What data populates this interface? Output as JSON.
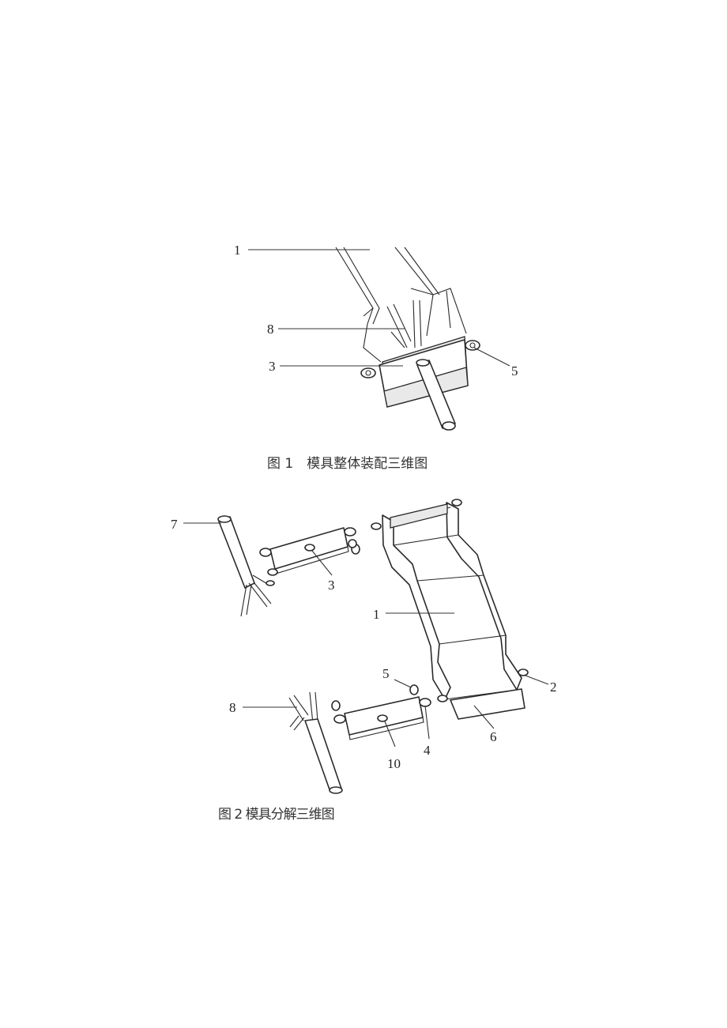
{
  "figure1": {
    "caption": "图 1　模具整体装配三维图",
    "labels": {
      "l1": "1",
      "l8": "8",
      "l3": "3",
      "l5": "5"
    }
  },
  "figure2": {
    "caption": "图 2 模具分解三维图",
    "labels": {
      "l7": "7",
      "l3": "3",
      "l1": "1",
      "l5": "5",
      "l2": "2",
      "l8": "8",
      "l4": "4",
      "l6": "6",
      "l10": "10"
    }
  }
}
